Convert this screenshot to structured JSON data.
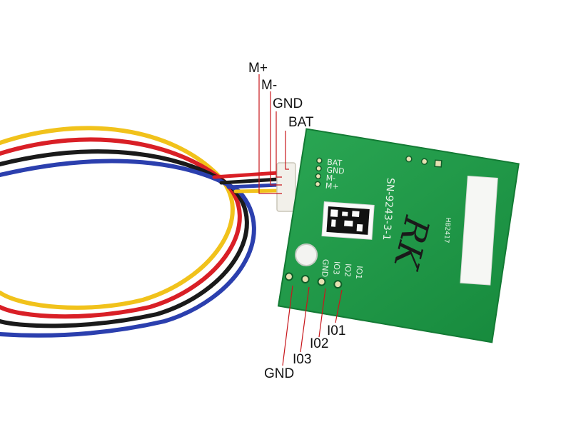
{
  "top_pins": {
    "callouts": [
      "M+",
      "M-",
      "GND",
      "BAT"
    ],
    "silkscreen": [
      "BAT",
      "GND",
      "M-",
      "M+"
    ]
  },
  "bottom_pins": {
    "callouts": [
      "I01",
      "I02",
      "I03",
      "GND"
    ],
    "silkscreen": [
      "GND",
      "IO3",
      "IO2",
      "IO1"
    ]
  },
  "board": {
    "part_number": "SN-9243-3-1",
    "batch_code": "HB2417",
    "hand_mark": "RK",
    "color": "#1f9a47"
  },
  "wire_colors": [
    "#f1c21b",
    "#d91f26",
    "#1a1a1a",
    "#2b3fae"
  ]
}
